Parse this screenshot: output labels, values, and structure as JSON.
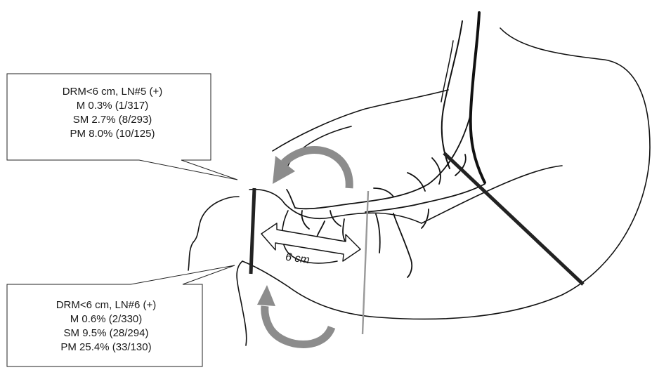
{
  "callout_top": {
    "title": "DRM<6 cm, LN#5 (+)",
    "lines": [
      "M 0.3% (1/317)",
      "SM 2.7% (8/293)",
      "PM 8.0% (10/125)"
    ]
  },
  "callout_bottom": {
    "title": "DRM<6 cm, LN#6 (+)",
    "lines": [
      "M 0.6% (2/330)",
      "SM 9.5% (28/294)",
      "PM 25.4% (33/130)"
    ]
  },
  "distance_label": "6 cm",
  "colors": {
    "outline": "#111111",
    "resection_line": "#222222",
    "margin_line": "#999999",
    "arrow": "#8c8c8c"
  }
}
